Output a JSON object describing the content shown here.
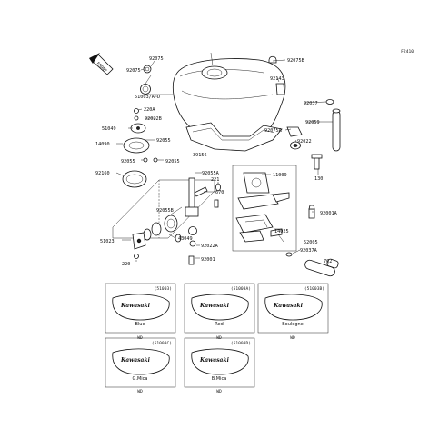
{
  "figure_code": "F2410",
  "front_label": "FRONT",
  "callouts": {
    "c92075a": "92075",
    "c92075b": "92075",
    "c92075B": "92075B",
    "c51003": "51003/A~D",
    "c220A": "220A",
    "c51049": "51049",
    "c92022B": "92022B",
    "c92055a": "92055",
    "c14090": "14090",
    "c92055b": "92055",
    "c92055c": "92055",
    "c92160": "92160",
    "c39156": "39156",
    "c92143": "92143",
    "c92037": "92037",
    "c92059": "92059",
    "c92075A": "92075A",
    "c92022": "92022",
    "c130": "130",
    "c92055A": "92055A",
    "c221": "221",
    "c670": "670",
    "c11009": "11009",
    "c92055B": "92055B",
    "c43049": "43049",
    "c92022A": "92022A",
    "c92001": "92001",
    "c14025": "14025",
    "c92001A": "92001A",
    "c52005": "52005",
    "c92037A": "92037A",
    "c702": "702",
    "c51023": "51023",
    "c220": "220"
  },
  "color_panels": [
    {
      "code": "(51003)",
      "color": "Blue",
      "sub": "WD"
    },
    {
      "code": "(51003A)",
      "color": "Red",
      "sub": "WD"
    },
    {
      "code": "(51003B)",
      "color": "Boulogne",
      "sub": "WD"
    },
    {
      "code": "(51003C)",
      "color": "G.Mica",
      "sub": "WD"
    },
    {
      "code": "(51003D)",
      "color": "B.Mica",
      "sub": "WD"
    }
  ],
  "brand": "Kawasaki"
}
